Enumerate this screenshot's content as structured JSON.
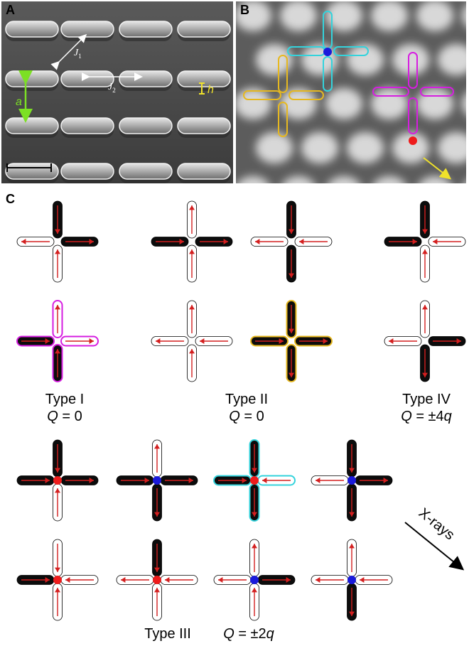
{
  "panels": {
    "a_letter": "A",
    "b_letter": "B",
    "c_letter": "C"
  },
  "panel_a": {
    "label_j1_main": "J",
    "label_j1_sub": "1",
    "label_j2_main": "J",
    "label_j2_sub": "2",
    "label_a": "a",
    "label_h": "h"
  },
  "panel_c": {
    "type1_name": "Type I",
    "type1_q_var": "Q",
    "type1_q_val": " = 0",
    "type2_name": "Type II",
    "type2_q_var": "Q",
    "type2_q_val": " = 0",
    "type4_name": "Type IV",
    "type4_q_var": "Q",
    "type4_q_val": " = ±4",
    "type4_q_unit": "q",
    "type3_name": "Type III",
    "type3_q_var": "Q",
    "type3_q_val": " = ±2",
    "type3_q_unit": "q",
    "xray_label": "X-rays"
  },
  "colors": {
    "arrow": "#d31f1f",
    "filled_bar": "#0c0c0c",
    "positive_charge": "#ee1c1c",
    "negative_charge": "#1a1adb",
    "type1_highlight": "#d61ee0",
    "type2_highlight": "#e6b820",
    "type3_highlight": "#34d3dc",
    "panel_a_arrow": "#ffffff",
    "panel_a_a_arrow": "#7ce024",
    "panel_a_h": "#f0e22a",
    "xray_arrow_b": "#f0e22a"
  },
  "vertices": [
    {
      "id": "t1a",
      "top": "dark-in",
      "bottom": "white-in",
      "left": "white-out",
      "right": "dark-out",
      "charge": "none",
      "hl": ""
    },
    {
      "id": "t1b",
      "top": "white-out",
      "bottom": "dark-in",
      "left": "dark-in",
      "right": "white-out",
      "charge": "none",
      "hl": "type1"
    },
    {
      "id": "t2a",
      "top": "white-out",
      "bottom": "white-in",
      "left": "dark-in",
      "right": "dark-out",
      "charge": "none",
      "hl": ""
    },
    {
      "id": "t2b",
      "top": "white-out",
      "bottom": "white-in",
      "left": "white-out",
      "right": "white-in",
      "charge": "none",
      "hl": ""
    },
    {
      "id": "t2c",
      "top": "dark-in",
      "bottom": "dark-out",
      "left": "white-out",
      "right": "white-in",
      "charge": "none",
      "hl": ""
    },
    {
      "id": "t2d",
      "top": "dark-in",
      "bottom": "dark-out",
      "left": "dark-in",
      "right": "dark-out",
      "charge": "none",
      "hl": "type2"
    },
    {
      "id": "t4a",
      "top": "dark-in",
      "bottom": "white-in",
      "left": "dark-in",
      "right": "white-in",
      "charge": "none",
      "hl": ""
    },
    {
      "id": "t4b",
      "top": "white-out",
      "bottom": "dark-out",
      "left": "white-out",
      "right": "dark-out",
      "charge": "none",
      "hl": ""
    },
    {
      "id": "t3a",
      "top": "dark-in",
      "bottom": "white-in",
      "left": "dark-in",
      "right": "dark-out",
      "charge": "pos",
      "hl": ""
    },
    {
      "id": "t3b",
      "top": "white-out",
      "bottom": "dark-out",
      "left": "dark-in",
      "right": "dark-out",
      "charge": "neg",
      "hl": ""
    },
    {
      "id": "t3c",
      "top": "dark-in",
      "bottom": "dark-out",
      "left": "dark-in",
      "right": "white-in",
      "charge": "pos",
      "hl": "type3"
    },
    {
      "id": "t3d",
      "top": "dark-in",
      "bottom": "dark-out",
      "left": "white-out",
      "right": "dark-out",
      "charge": "neg",
      "hl": ""
    },
    {
      "id": "t3e",
      "top": "white-in",
      "bottom": "white-in",
      "left": "dark-in",
      "right": "white-in",
      "charge": "pos",
      "hl": ""
    },
    {
      "id": "t3f",
      "top": "dark-in",
      "bottom": "white-in",
      "left": "white-out",
      "right": "white-in",
      "charge": "pos",
      "hl": ""
    },
    {
      "id": "t3g",
      "top": "white-out",
      "bottom": "white-in",
      "left": "white-out",
      "right": "dark-out",
      "charge": "neg",
      "hl": ""
    },
    {
      "id": "t3h",
      "top": "white-out",
      "bottom": "dark-out",
      "left": "white-out",
      "right": "white-in",
      "charge": "neg",
      "hl": ""
    }
  ]
}
